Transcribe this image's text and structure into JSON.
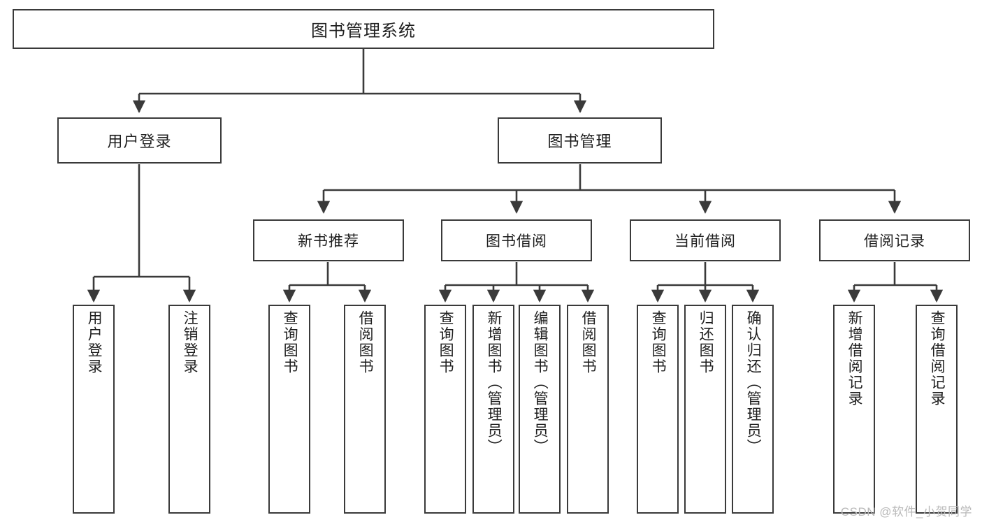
{
  "diagram": {
    "title": "图书管理系统",
    "watermark": "CSDN @软件_小贺同学",
    "stroke_color": "#3a3a3a",
    "fill_color": "#ffffff",
    "text_color": "#1f1f1f",
    "nodes": {
      "root": "图书管理系统",
      "user_login": "用户登录",
      "book_manage": "图书管理",
      "new_book_rec": "新书推荐",
      "book_borrow": "图书借阅",
      "current_borrow": "当前借阅",
      "borrow_record": "借阅记录",
      "leaf_user_login": "用户登录",
      "leaf_logout_login": "注销登录",
      "leaf_query_book_1": "查询图书",
      "leaf_borrow_book_1": "借阅图书",
      "leaf_query_book_2": "查询图书",
      "leaf_add_book_admin": "新增图书（管理员）",
      "leaf_edit_book_admin": "编辑图书（管理员）",
      "leaf_borrow_book_2": "借阅图书",
      "leaf_query_book_3": "查询图书",
      "leaf_return_book": "归还图书",
      "leaf_confirm_return_admin": "确认归还（管理员）",
      "leaf_add_record": "新增借阅记录",
      "leaf_query_record": "查询借阅记录"
    }
  }
}
